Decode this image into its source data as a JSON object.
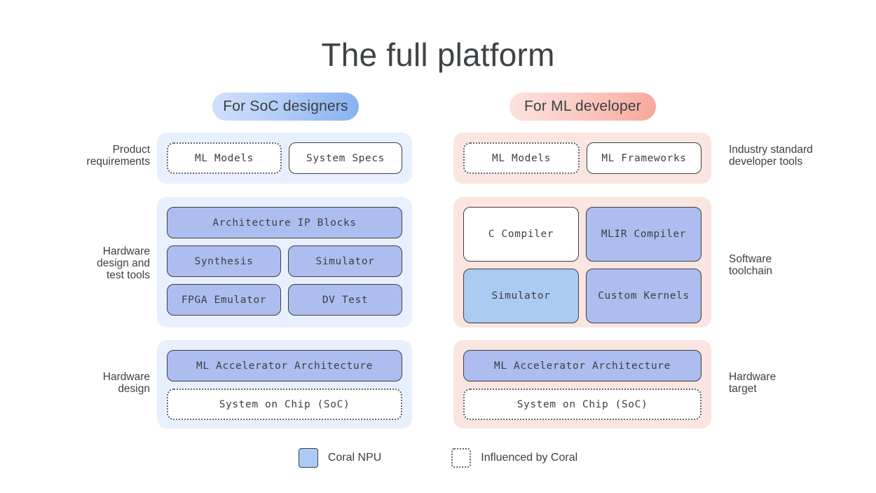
{
  "title": "The full platform",
  "pills": {
    "left": "For SoC designers",
    "right": "For ML developer"
  },
  "colors": {
    "panel_blue": "#e9f0fd",
    "panel_pink": "#fbe5e0",
    "npu_blue": "#aebdef",
    "npu_blue_light": "#abcbf2",
    "border_dark": "#3c4043",
    "text": "#3c4043",
    "pill_blue_start": "#cfe0fb",
    "pill_blue_end": "#87b0f2",
    "pill_pink_start": "#fce3df",
    "pill_pink_end": "#f8a79b"
  },
  "left_labels": {
    "row1": "Product\nrequirements",
    "row2": "Hardware\ndesign and\ntest tools",
    "row3": "Hardware\ndesign"
  },
  "right_labels": {
    "row1": "Industry standard\ndeveloper tools",
    "row2": "Software\ntoolchain",
    "row3": "Hardware\ntarget"
  },
  "left_column": {
    "row1": [
      {
        "label": "ML Models",
        "style": "dotted"
      },
      {
        "label": "System Specs",
        "style": "solid"
      }
    ],
    "row2_full": {
      "label": "Architecture IP Blocks",
      "style": "npu"
    },
    "row2_a": [
      {
        "label": "Synthesis",
        "style": "npu"
      },
      {
        "label": "Simulator",
        "style": "npu"
      }
    ],
    "row2_b": [
      {
        "label": "FPGA Emulator",
        "style": "npu"
      },
      {
        "label": "DV Test",
        "style": "npu"
      }
    ],
    "row3_full": {
      "label": "ML Accelerator Architecture",
      "style": "npu"
    },
    "row3_soc": {
      "label": "System on Chip (SoC)",
      "style": "dotted"
    }
  },
  "right_column": {
    "row1": [
      {
        "label": "ML Models",
        "style": "dotted"
      },
      {
        "label": "ML Frameworks",
        "style": "solid"
      }
    ],
    "row2_a": [
      {
        "label": "C Compiler",
        "style": "solid"
      },
      {
        "label": "MLIR Compiler",
        "style": "npu"
      }
    ],
    "row2_b": [
      {
        "label": "Simulator",
        "style": "npu-light"
      },
      {
        "label": "Custom Kernels",
        "style": "npu"
      }
    ],
    "row3_full": {
      "label": "ML Accelerator Architecture",
      "style": "npu"
    },
    "row3_soc": {
      "label": "System on Chip (SoC)",
      "style": "dotted"
    }
  },
  "legend": [
    {
      "label": "Coral NPU",
      "swatch": "npu-swatch"
    },
    {
      "label": "Influenced by Coral",
      "swatch": "dotted-swatch"
    }
  ]
}
